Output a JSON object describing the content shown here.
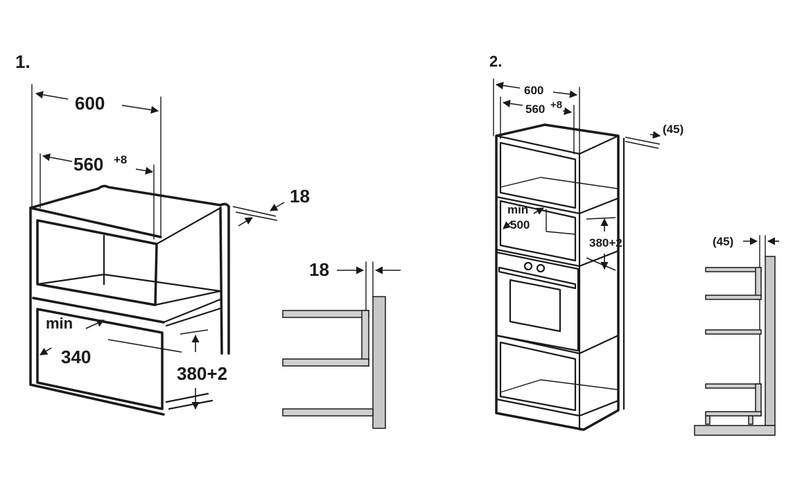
{
  "figure1": {
    "number": "1.",
    "width_total": "600",
    "width_inner": "560",
    "width_inner_tol": "+8",
    "thickness": "18",
    "min_label": "min",
    "min_depth": "340",
    "height": "380+2",
    "side_thickness": "18"
  },
  "figure2": {
    "number": "2.",
    "width_total": "600",
    "width_inner": "560",
    "width_inner_tol": "+8",
    "gap": "(45)",
    "min_label": "min",
    "min_depth": "500",
    "height": "380+2",
    "side_gap": "(45)"
  }
}
